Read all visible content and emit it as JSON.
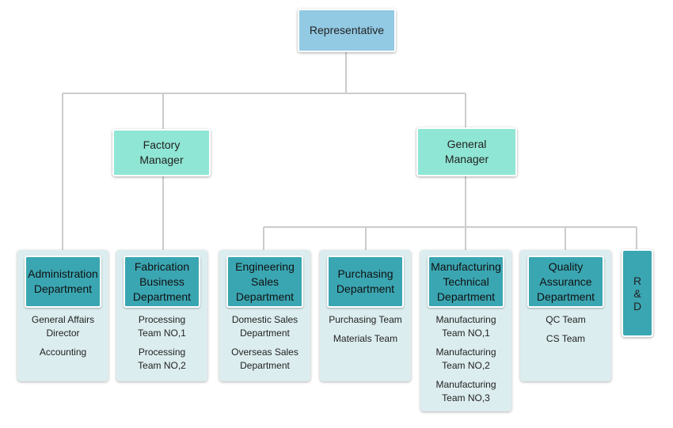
{
  "top": {
    "label": "Representative"
  },
  "managers": [
    {
      "label": "Factory\nManager"
    },
    {
      "label": "General\nManager"
    }
  ],
  "departments": [
    {
      "label": "Administration\nDepartment",
      "items": [
        "General Affairs\nDirector",
        "Accounting"
      ]
    },
    {
      "label": "Fabrication\nBusiness\nDepartment",
      "items": [
        "Processing\nTeam NO,1",
        "Processing\nTeam NO,2"
      ]
    },
    {
      "label": "Engineering\nSales\nDepartment",
      "items": [
        "Domestic Sales\nDepartment",
        "Overseas Sales\nDepartment"
      ]
    },
    {
      "label": "Purchasing\nDepartment",
      "items": [
        "Purchasing Team",
        "Materials Team"
      ]
    },
    {
      "label": "Manufacturing\nTechnical\nDepartment",
      "items": [
        "Manufacturing\nTeam NO,1",
        "Manufacturing\nTeam NO,2",
        "Manufacturing\nTeam NO,3"
      ]
    },
    {
      "label": "Quality\nAssurance\nDepartment",
      "items": [
        "QC Team",
        "CS Team"
      ]
    },
    {
      "label": "R\n&\nD",
      "items": []
    }
  ],
  "colors": {
    "representative": "#92c9e3",
    "manager": "#8fe6d5",
    "department": "#3aa6b2",
    "panel": "#dcedef",
    "connector": "#cccccc"
  }
}
